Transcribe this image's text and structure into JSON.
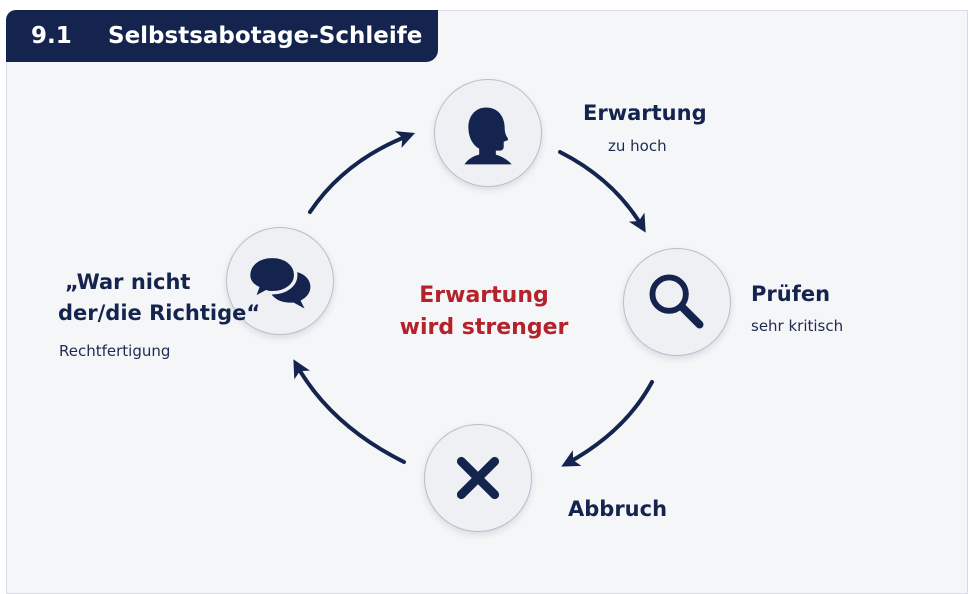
{
  "header": {
    "number": "9.1",
    "title": "Selbstsabotage-Schleife"
  },
  "center": {
    "line1": "Erwartung",
    "line2": "wird strenger"
  },
  "nodes": {
    "top": {
      "title": "Erwartung",
      "subtitle": "zu hoch",
      "icon": "head-icon"
    },
    "right": {
      "title": "Prüfen",
      "subtitle": "sehr kritisch",
      "icon": "magnifier-icon"
    },
    "bottom": {
      "title": "Abbruch",
      "icon": "x-icon"
    },
    "left": {
      "title_line1": "„War nicht",
      "title_line2": "der/die Richtige“",
      "subtitle": "Rechtfertigung",
      "icon": "speech-bubbles-icon"
    }
  },
  "colors": {
    "navy": "#14244e",
    "accent_red": "#b5222b",
    "background": "#f5f6f8"
  }
}
